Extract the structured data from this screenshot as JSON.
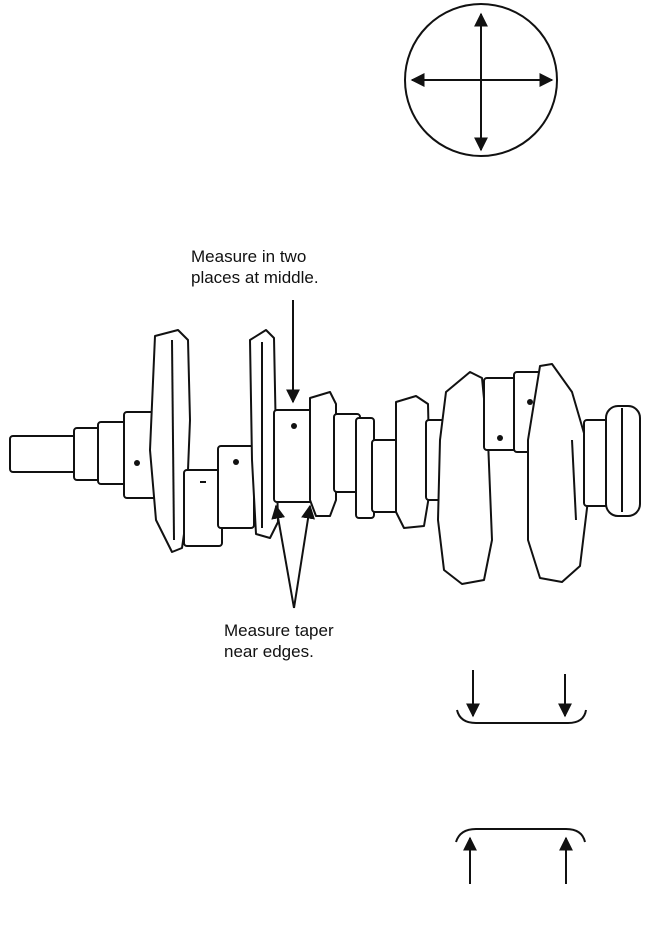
{
  "callouts": {
    "middle": {
      "line1": "Measure in two",
      "line2": "places at middle."
    },
    "taper": {
      "line1": "Measure taper",
      "line2": "near edges."
    }
  },
  "colors": {
    "ink": "#111111",
    "background": "#ffffff"
  }
}
